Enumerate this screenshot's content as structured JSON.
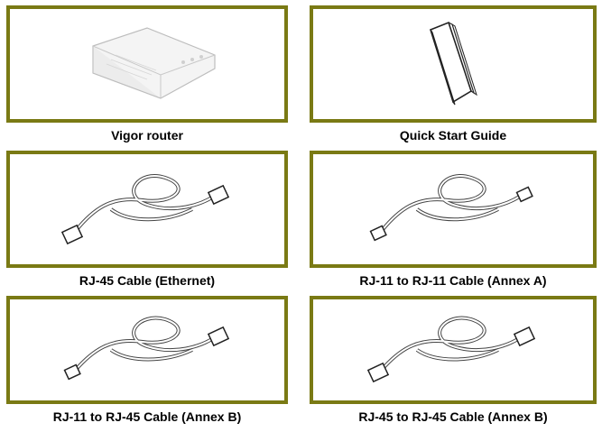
{
  "colors": {
    "frame_border": "#7a7a14",
    "caption_text": "#000000"
  },
  "items": [
    {
      "label": "Vigor router",
      "icon": "router-icon"
    },
    {
      "label": "Quick Start Guide",
      "icon": "booklet-icon"
    },
    {
      "label": "RJ-45 Cable (Ethernet)",
      "icon": "cable-icon"
    },
    {
      "label": "RJ-11 to RJ-11 Cable (Annex A)",
      "icon": "cable-icon"
    },
    {
      "label": "RJ-11 to RJ-45 Cable (Annex B)",
      "icon": "cable-icon"
    },
    {
      "label": "RJ-45 to RJ-45 Cable (Annex B)",
      "icon": "cable-icon"
    }
  ]
}
